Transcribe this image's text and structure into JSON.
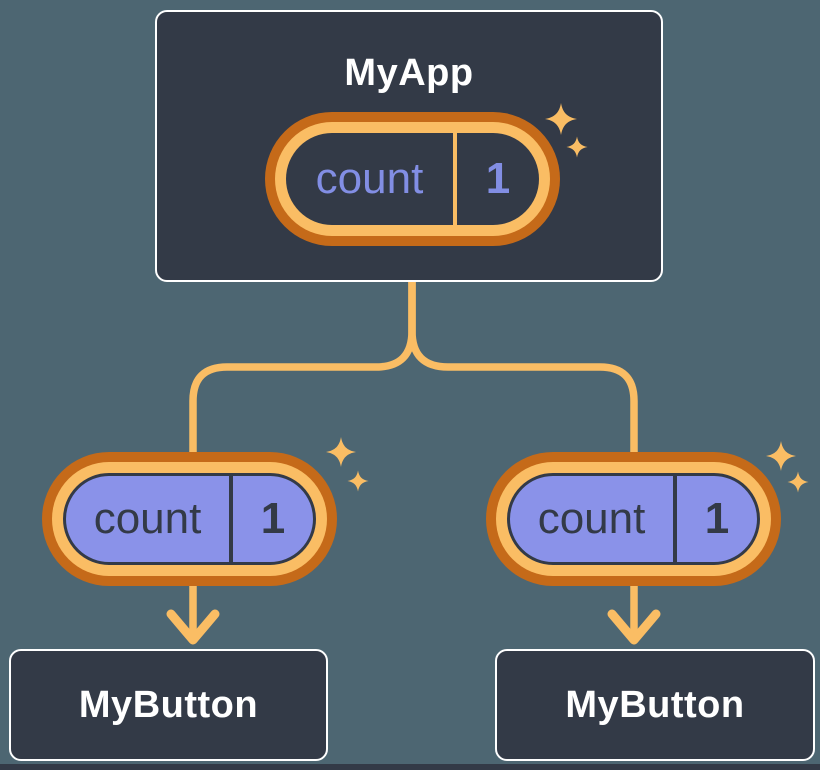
{
  "tree": {
    "root": {
      "label": "MyApp",
      "pill": {
        "name": "count",
        "value": "1"
      }
    },
    "children": [
      {
        "label": "MyButton",
        "pill": {
          "name": "count",
          "value": "1"
        }
      },
      {
        "label": "MyButton",
        "pill": {
          "name": "count",
          "value": "1"
        }
      }
    ]
  },
  "icons": {
    "sparkles": "sparkles-icon",
    "arrow": "arrow-down-icon"
  },
  "colors": {
    "background": "#4d6672",
    "component_box": "#333a47",
    "component_border": "#ffffff",
    "title_text": "#ffffff",
    "ring_outer_orange": "#c56a19",
    "ring_inner_orange": "#fabd64",
    "connector_orange": "#fabd64",
    "prop_pill_fill": "#8a92e9",
    "state_text_purple": "#828ee4",
    "dark_text": "#333a47"
  }
}
